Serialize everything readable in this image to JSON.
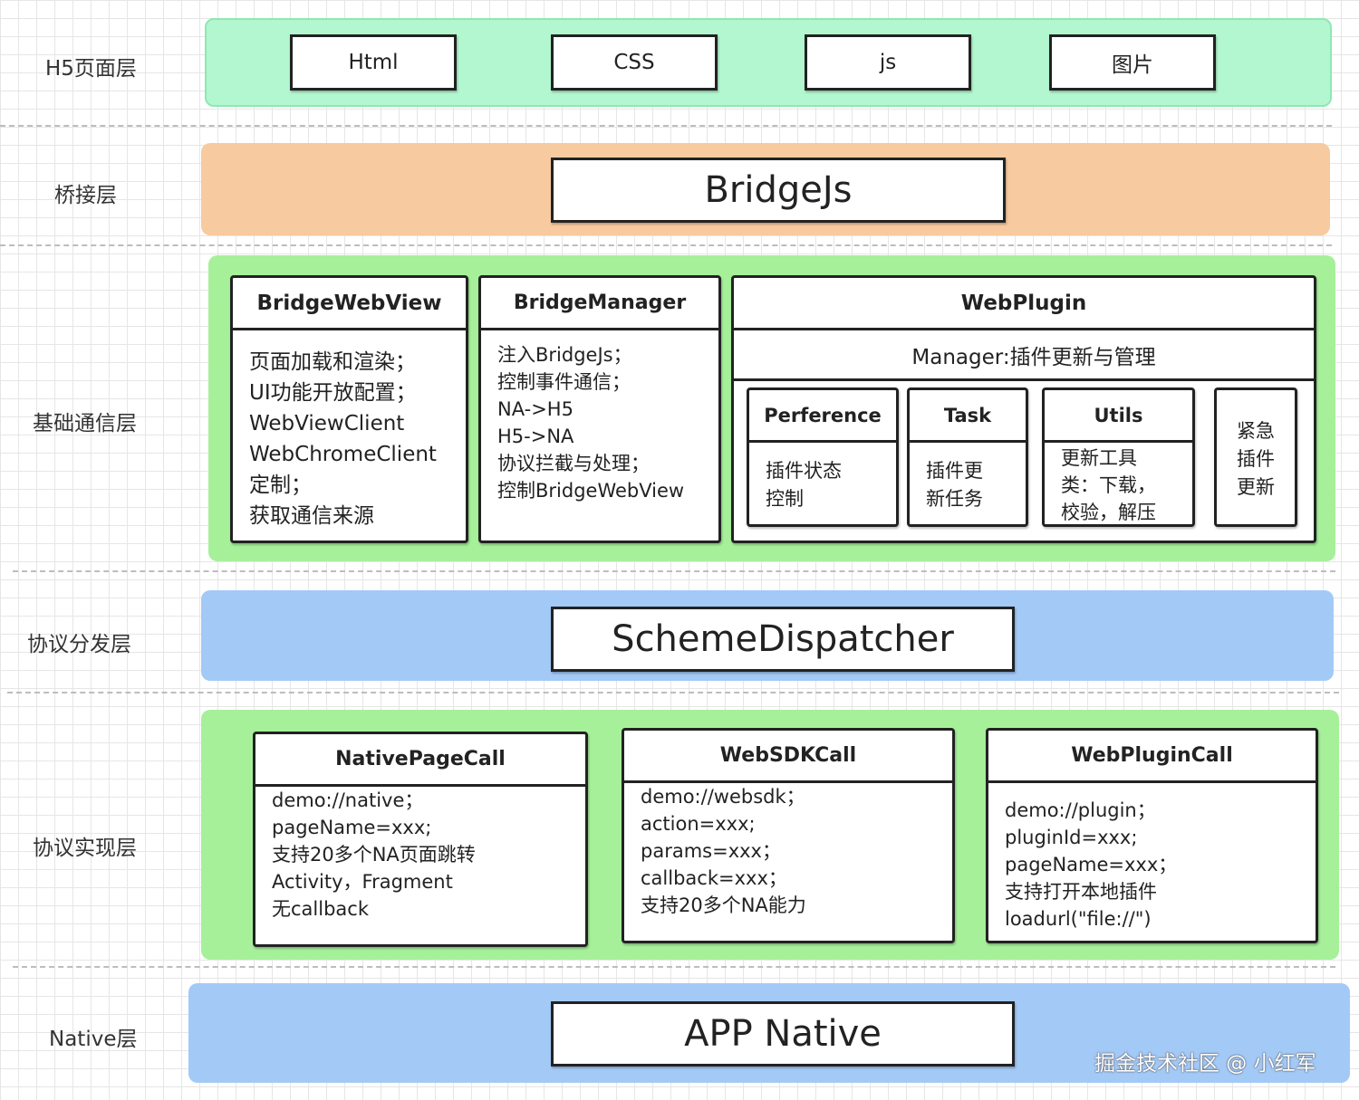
{
  "layers": {
    "h5": "H5页面层",
    "bridge": "桥接层",
    "base": "基础通信层",
    "dispatch": "协议分发层",
    "impl": "协议实现层",
    "native": "Native层"
  },
  "h5_items": [
    "Html",
    "CSS",
    "js",
    "图片"
  ],
  "bridge_box": "BridgeJs",
  "base": {
    "bridge_webview": {
      "title": "BridgeWebView",
      "lines": [
        "页面加载和渲染；",
        "UI功能开放配置；",
        "WebViewClient",
        "WebChromeClient",
        "定制；",
        "获取通信来源"
      ]
    },
    "bridge_manager": {
      "title": "BridgeManager",
      "lines": [
        "注入BridgeJs；",
        "控制事件通信；",
        "NA->H5",
        "H5->NA",
        "协议拦截与处理；",
        "控制BridgeWebView"
      ]
    },
    "web_plugin": {
      "title": "WebPlugin",
      "manager": "Manager:插件更新与管理",
      "perference": {
        "title": "Perference",
        "lines": [
          "插件状态",
          "控制"
        ]
      },
      "task": {
        "title": "Task",
        "lines": [
          "插件更",
          "新任务"
        ]
      },
      "utils": {
        "title": "Utils",
        "lines": [
          "更新工具",
          "类：下载，",
          "校验，解压"
        ]
      },
      "emergency": {
        "lines": [
          "紧急",
          "插件",
          "更新"
        ]
      }
    }
  },
  "dispatch_box": "SchemeDispatcher",
  "impl": {
    "native_page_call": {
      "title": "NativePageCall",
      "lines": [
        "demo://native；",
        "pageName=xxx;",
        "支持20多个NA页面跳转",
        "Activity，Fragment",
        "无callback"
      ]
    },
    "web_sdk_call": {
      "title": "WebSDKCall",
      "lines": [
        "demo://websdk；",
        "action=xxx;",
        "params=xxx；",
        "callback=xxx；",
        "支持20多个NA能力"
      ]
    },
    "web_plugin_call": {
      "title": "WebPluginCall",
      "lines": [
        "demo://plugin；",
        "pluginId=xxx;",
        "pageName=xxx；",
        "支持打开本地插件",
        "loadurl(\"file://\")"
      ]
    }
  },
  "native_box": "APP Native",
  "watermark": "掘金技术社区 @ 小红军",
  "colors": {
    "h5_band": "#b2f7cf",
    "bridge_band": "#f7caa0",
    "base_band": "#a6f09a",
    "dispatch_band": "#a3c9f7",
    "impl_band": "#a6f09a",
    "native_band": "#a3c9f7"
  }
}
